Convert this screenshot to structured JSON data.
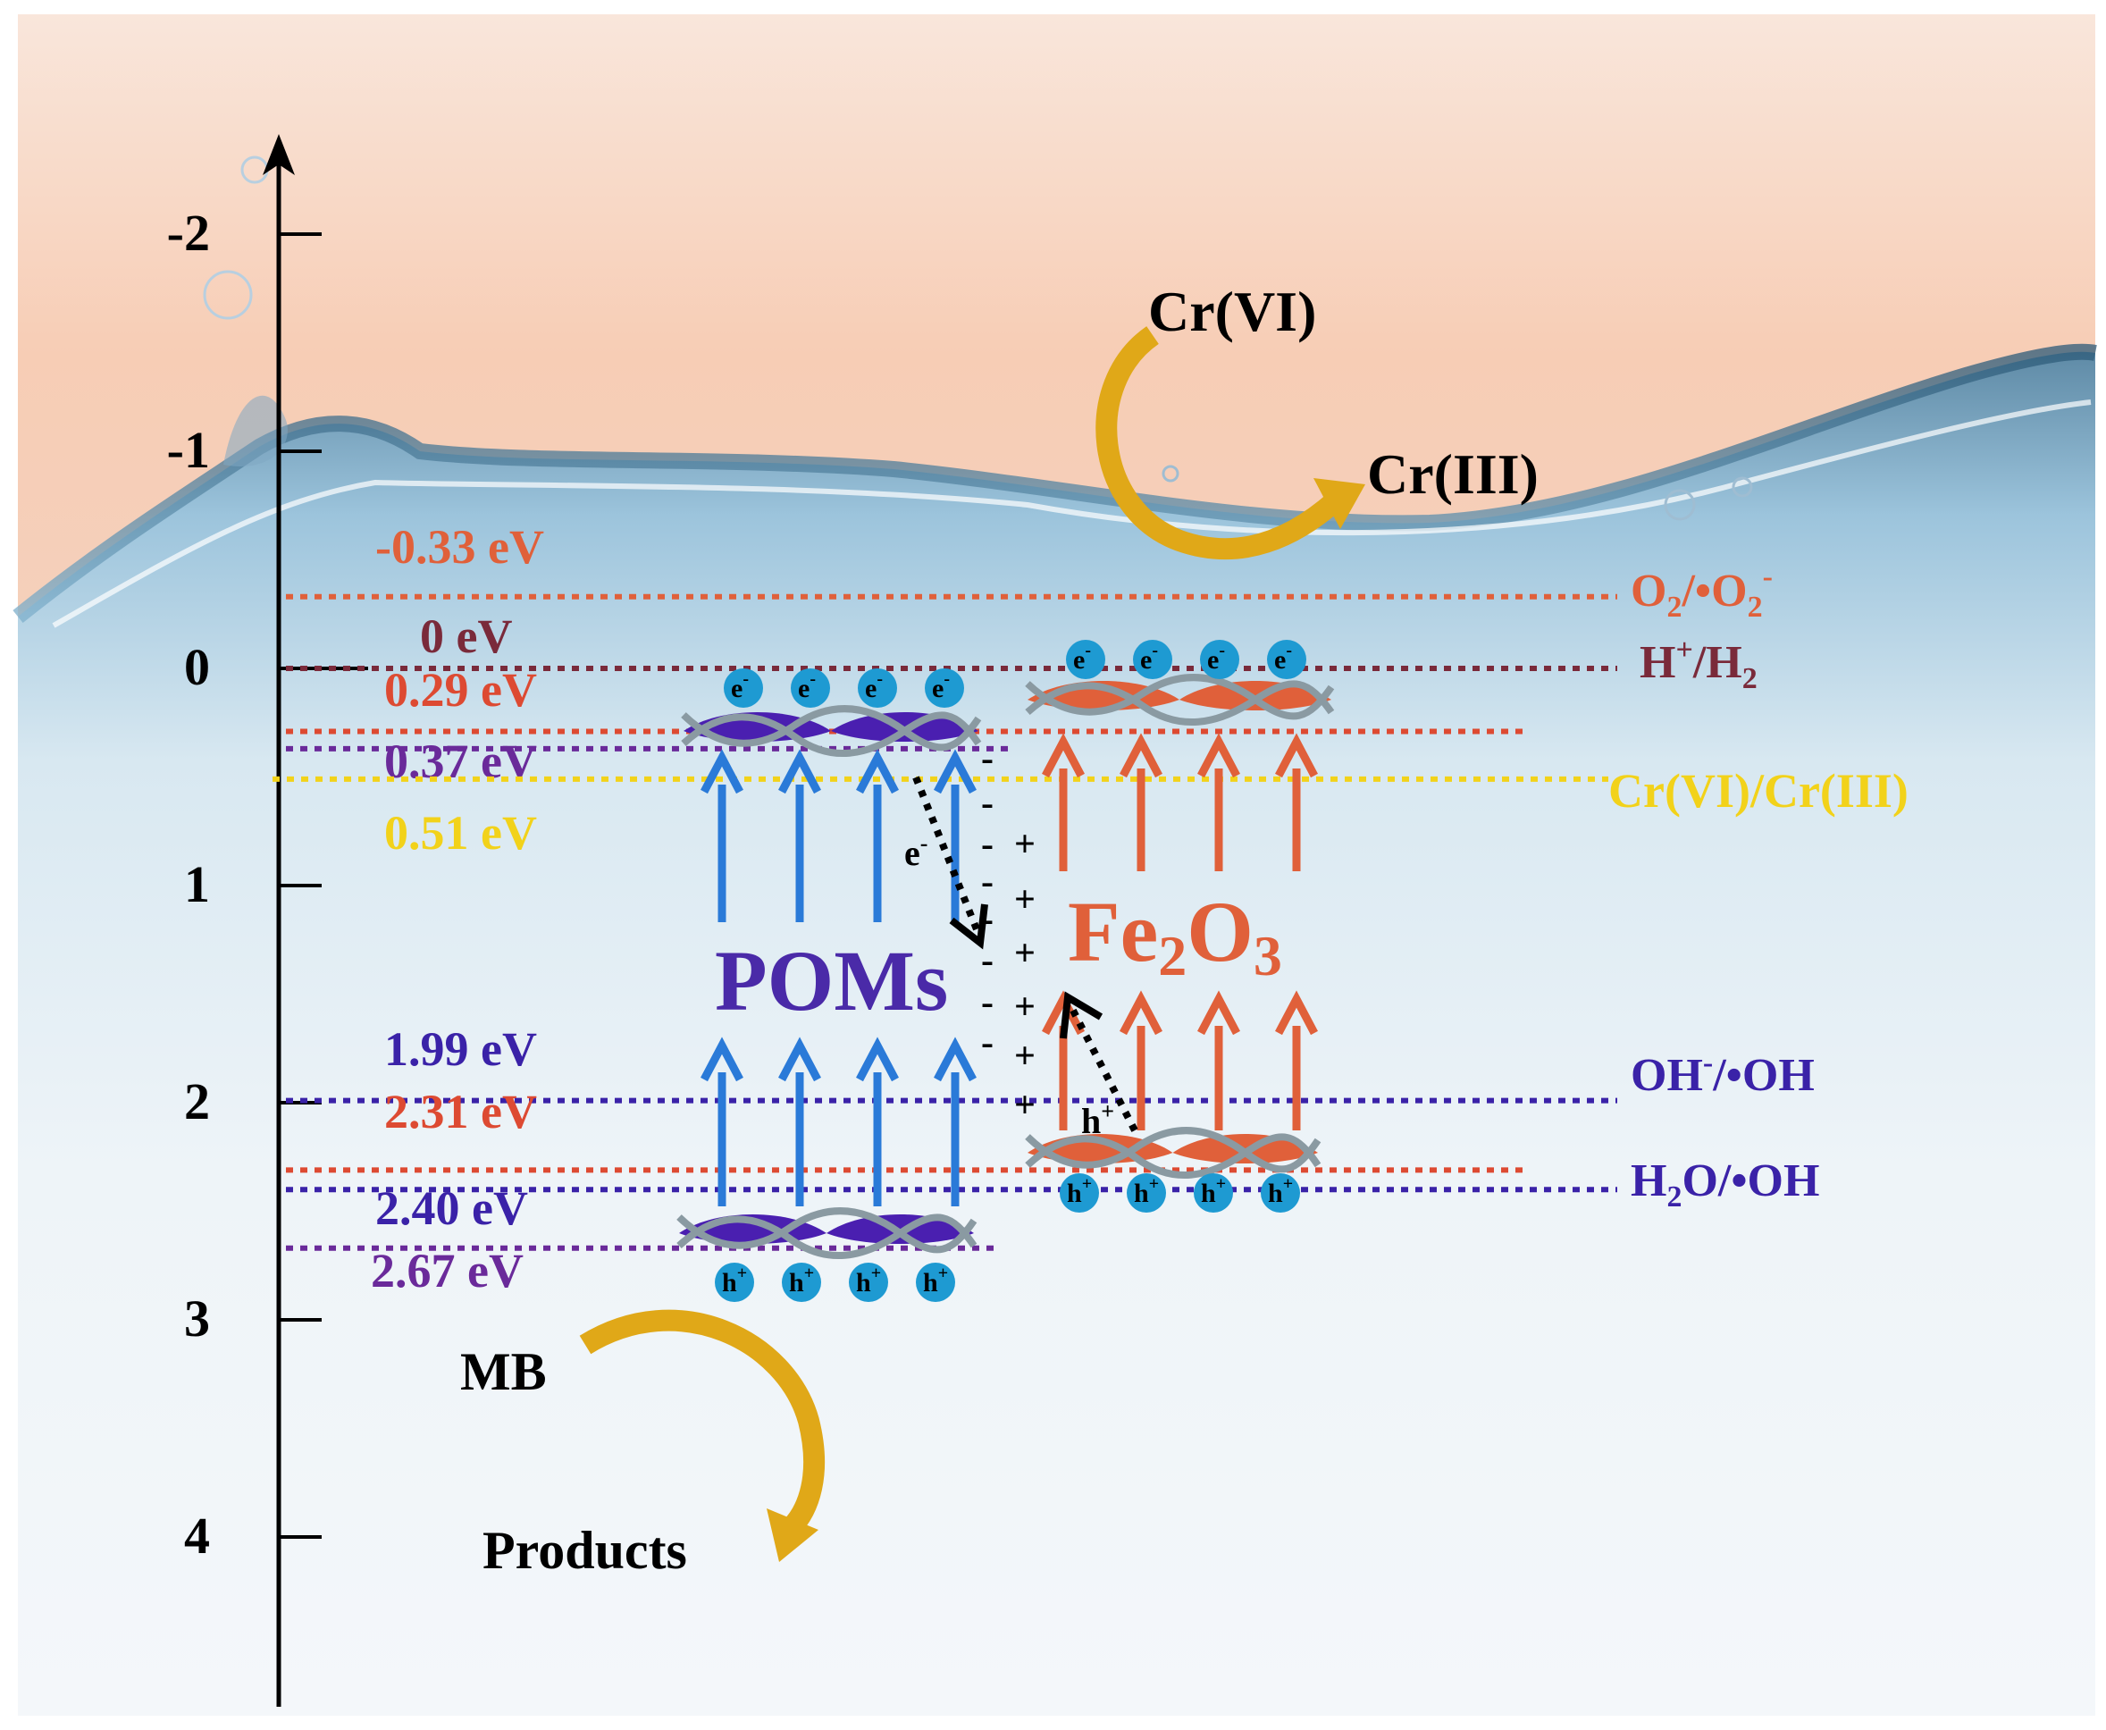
{
  "axis": {
    "ticks": [
      {
        "label": "-2",
        "value": -2
      },
      {
        "label": "-1",
        "value": -1
      },
      {
        "label": "0",
        "value": 0
      },
      {
        "label": "1",
        "value": 1
      },
      {
        "label": "2",
        "value": 2
      },
      {
        "label": "3",
        "value": 3
      },
      {
        "label": "4",
        "value": 4
      }
    ]
  },
  "left_levels": [
    {
      "label": "-0.33 eV",
      "value": -0.33,
      "color": "#e0603a"
    },
    {
      "label": "0 eV",
      "value": 0,
      "color": "#7a2a3a"
    },
    {
      "label": "0.29 eV",
      "value": 0.29,
      "color": "#dd4a32"
    },
    {
      "label": "0.37 eV",
      "value": 0.37,
      "color": "#6a2a9a"
    },
    {
      "label": "0.51 eV",
      "value": 0.51,
      "color": "#f2d21a"
    },
    {
      "label": "1.99 eV",
      "value": 1.99,
      "color": "#3a22a8"
    },
    {
      "label": "2.31 eV",
      "value": 2.31,
      "color": "#dd4a32"
    },
    {
      "label": "2.40 eV",
      "value": 2.4,
      "color": "#3a22a8"
    },
    {
      "label": "2.67 eV",
      "value": 2.67,
      "color": "#6a2a9a"
    }
  ],
  "redox_couples": {
    "o2": {
      "main": "O",
      "sub1": "2",
      "mid": "/•O",
      "sub2": "2",
      "sup": "-",
      "color": "#e0603a"
    },
    "h2": {
      "main": "H",
      "sup": "+",
      "mid": "/H",
      "sub": "2",
      "color": "#7a2a3a"
    },
    "cr": {
      "text": "Cr(VI)/Cr(III)",
      "color": "#f2d21a"
    },
    "oh": {
      "main": "OH",
      "sup": "-",
      "rest": "/•OH",
      "color": "#3a22a8"
    },
    "h2o": {
      "main": "H",
      "sub": "2",
      "rest": "O/•OH",
      "color": "#3a22a8"
    }
  },
  "materials": {
    "poms": {
      "label": "POMs",
      "color": "#4a2aa8",
      "arrow_color": "#2a7ad8"
    },
    "fe2o3": {
      "main": "Fe",
      "sub1": "2",
      "mid": "O",
      "sub2": "3",
      "color": "#e0603a",
      "arrow_color": "#e0603a"
    }
  },
  "carriers": {
    "electron": "e",
    "electron_sup": "-",
    "hole": "h",
    "hole_sup": "+"
  },
  "transfer": {
    "electron_label": "e",
    "electron_sup": "-",
    "hole_label": "h",
    "hole_sup": "+"
  },
  "charges": {
    "minus": "-",
    "plus": "+"
  },
  "reactions": {
    "cr_reactant": "Cr(VI)",
    "cr_product": "Cr(III)",
    "mb_reactant": "MB",
    "mb_product": "Products"
  },
  "colors": {
    "reaction_arrow": "#e0a818",
    "sky_top": "#f6c8b0",
    "water": "#9cc4dc"
  }
}
